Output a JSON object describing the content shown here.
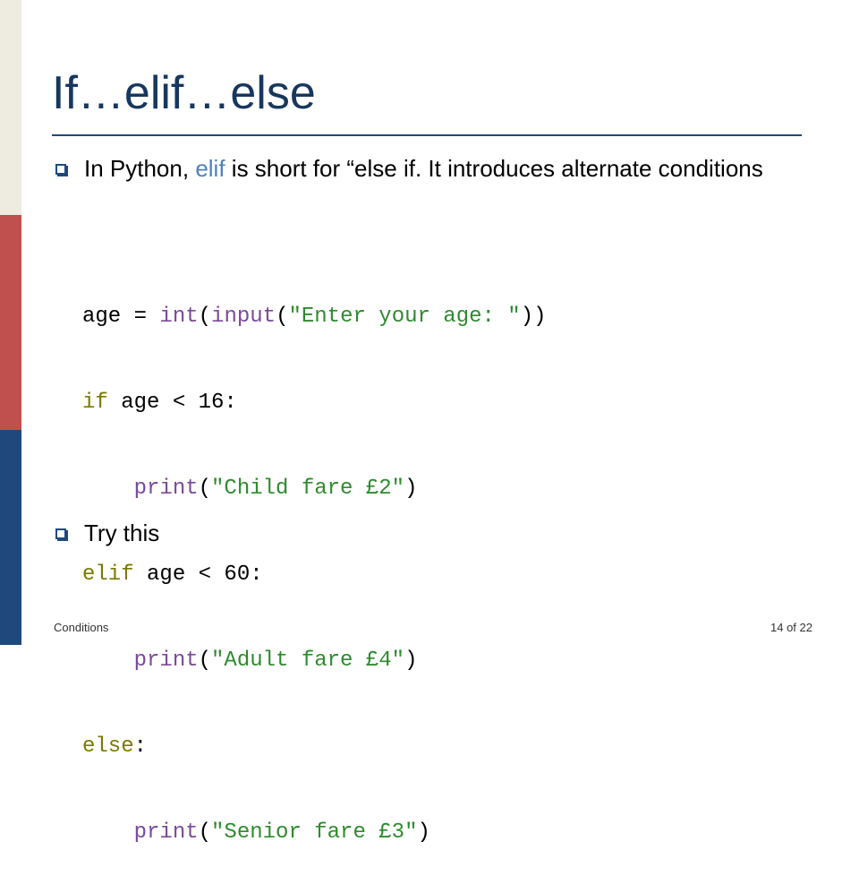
{
  "slide": {
    "title": "If…elif…else",
    "bullets": [
      {
        "prefix": "In Python, ",
        "keyword": "elif",
        "suffix": " is short for “else if. It introduces alternate conditions"
      },
      {
        "text": "Try this"
      }
    ],
    "code": {
      "line1": {
        "a": "age = ",
        "b": "int",
        "c": "(",
        "d": "input",
        "e": "(",
        "f": "\"Enter your age: \"",
        "g": "))"
      },
      "line2": {
        "a": "if",
        "b": " age < 16:"
      },
      "line3": {
        "a": "    ",
        "b": "print",
        "c": "(",
        "d": "\"Child fare £2\"",
        "e": ")"
      },
      "line4": {
        "a": "elif",
        "b": " age < 60:"
      },
      "line5": {
        "a": "    ",
        "b": "print",
        "c": "(",
        "d": "\"Adult fare £4\"",
        "e": ")"
      },
      "line6": {
        "a": "else",
        "b": ":"
      },
      "line7": {
        "a": "    ",
        "b": "print",
        "c": "(",
        "d": "\"Senior fare £3\"",
        "e": ")"
      }
    },
    "footer": {
      "left": "Conditions",
      "right": "14 of 22"
    }
  },
  "colors": {
    "title": "#17375e",
    "accent": "#4f81bd",
    "keyword": "#7a7a00",
    "builtin": "#7a4a9a",
    "string": "#2e8b2e"
  }
}
